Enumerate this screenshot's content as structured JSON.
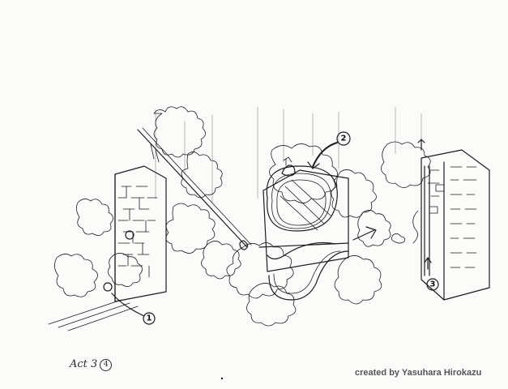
{
  "page_label": {
    "text": "Act 3",
    "number": "4"
  },
  "credit": "created by Yasuhara Hirokazu",
  "markers": [
    {
      "label": "1"
    },
    {
      "label": "2"
    },
    {
      "label": "3"
    }
  ],
  "colors": {
    "ink": "#1d1d1d",
    "paper": "#fbfbfa",
    "credit_text": "#555555"
  }
}
